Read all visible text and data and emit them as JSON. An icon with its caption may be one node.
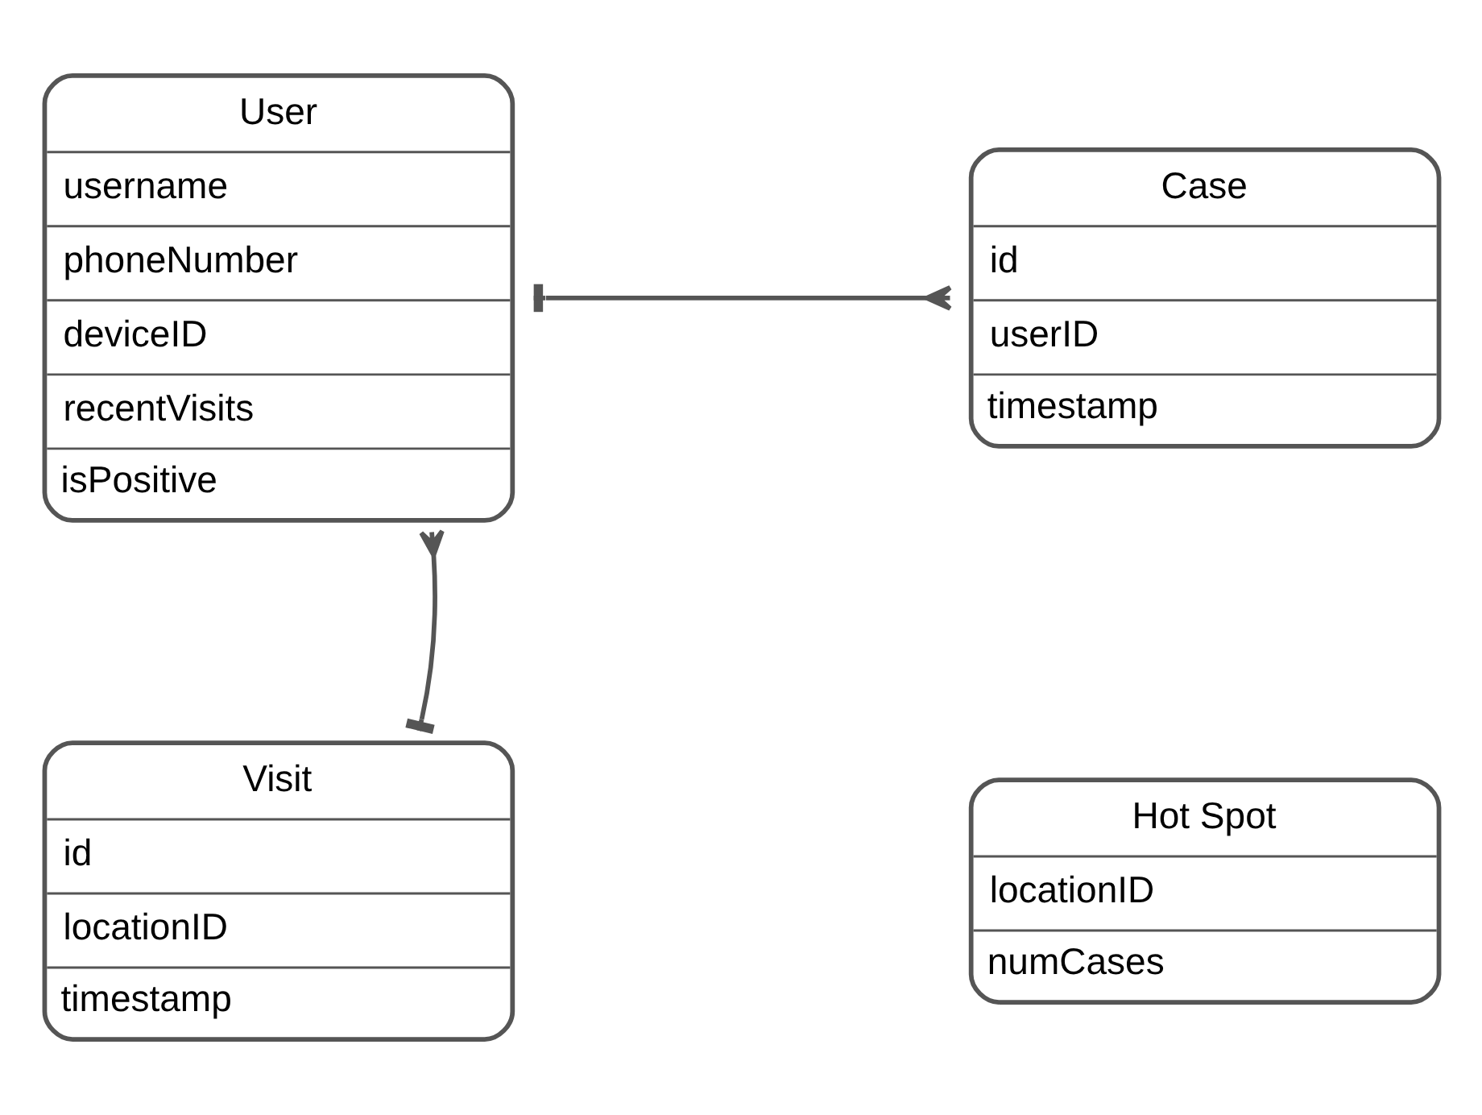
{
  "diagram": {
    "nodes": [
      {
        "text": [
          "User",
          "username",
          "phoneNumber",
          "deviceID",
          "recentVisits",
          "isPositive"
        ]
      },
      {
        "text": [
          "Case",
          "id",
          "userID",
          "timestamp"
        ]
      },
      {
        "text": [
          "Visit",
          "id",
          "locationID",
          "timestamp"
        ]
      },
      {
        "text": [
          "Hot Spot",
          "locationID",
          "numCases"
        ]
      }
    ],
    "edges": [
      {
        "from": 0,
        "to": 1,
        "arrow": "other"
      },
      {
        "from": 2,
        "to": 0,
        "arrow": "other"
      }
    ]
  }
}
